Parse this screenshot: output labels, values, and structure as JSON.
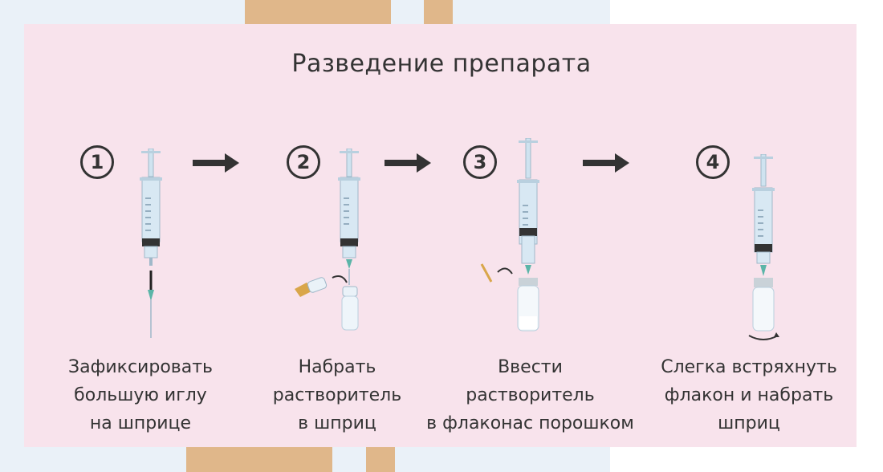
{
  "title": "Разведение препарата",
  "colors": {
    "card": "#f8e3ec",
    "tape": "#e0b78a",
    "text": "#333333"
  },
  "steps": [
    {
      "number": "1",
      "lines": [
        "Зафиксировать",
        "большую иглу",
        "на шприце"
      ]
    },
    {
      "number": "2",
      "lines": [
        "Набрать",
        "растворитель",
        "в шприц"
      ]
    },
    {
      "number": "3",
      "lines": [
        "Ввести",
        "растворитель",
        "в флаконас порошком"
      ]
    },
    {
      "number": "4",
      "lines": [
        "Слегка встряхнуть",
        "флакон и набрать",
        "шприц"
      ]
    }
  ],
  "icons": [
    "arrow-right-icon",
    "syringe-icon",
    "needle-icon",
    "vial-icon",
    "ampoule-icon",
    "swirl-icon"
  ]
}
